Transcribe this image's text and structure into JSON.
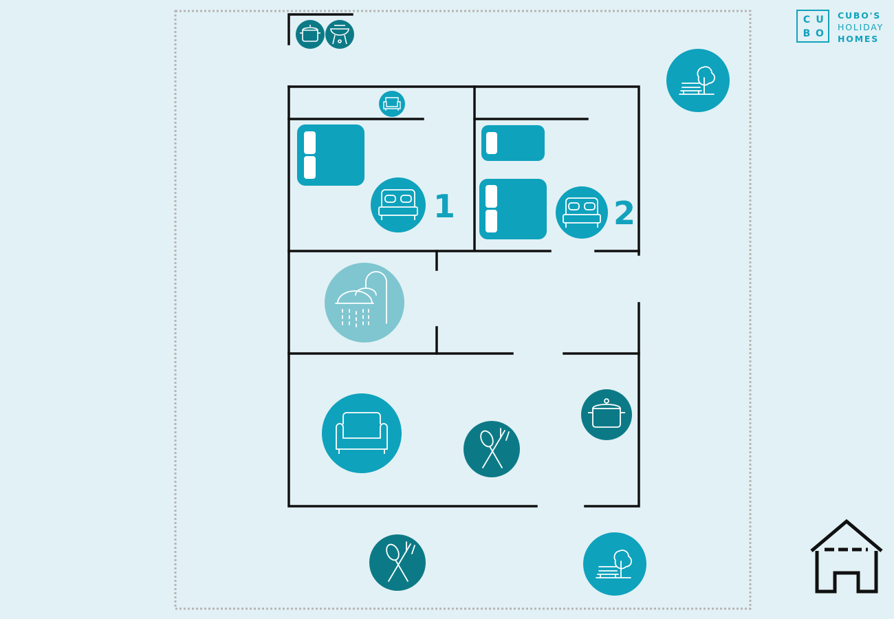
{
  "logo": {
    "letters": [
      "C",
      "U",
      "B",
      "O"
    ],
    "line1": "CUBO'S",
    "line2": "HOLIDAY",
    "line3": "HOMES"
  },
  "rooms": {
    "bedroom1_number": "1",
    "bedroom2_number": "2"
  },
  "icons": {
    "outdoor_cooking": [
      "pot-icon",
      "barbecue-grill-icon"
    ],
    "bedroom1": [
      "armchair-icon",
      "double-bed-icon",
      "bed-icon"
    ],
    "bedroom2": [
      "single-bed-icon",
      "bed-icon",
      "double-bed-icon"
    ],
    "bathroom": [
      "shower-icon"
    ],
    "living": [
      "sofa-icon",
      "dining-cutlery-icon",
      "kitchen-pot-icon"
    ],
    "outdoor": [
      "garden-tree-bench-icon",
      "garden-tree-bench-icon",
      "outdoor-dining-icon"
    ],
    "legend": [
      "house-icon"
    ]
  },
  "colors": {
    "background": "#e2f1f5",
    "brand": "#12a2bd",
    "icon_bright": "#0ea2bd",
    "icon_dark": "#0c7a86",
    "icon_light": "#7fc6d0",
    "wall": "#111111",
    "boundary": "#b5b5b5"
  }
}
